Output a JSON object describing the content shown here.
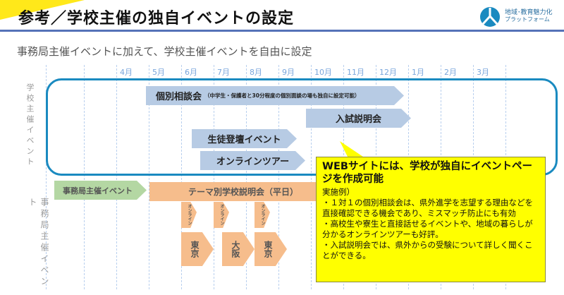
{
  "header": {
    "title": "参考／学校主催の独自イベントの設定",
    "logo_line1": "地域･教育魅力化",
    "logo_line2": "プラットフォーム",
    "accent": "#5572b8"
  },
  "subtitle": "事務局主催イベントに加えて、学校主催イベントを自由に設定",
  "months": [
    "4月",
    "5月",
    "6月",
    "7月",
    "8月",
    "9月",
    "10月",
    "11月",
    "12月",
    "1月",
    "2月",
    "3月"
  ],
  "school_section": {
    "label": "学校主催イベント",
    "events": [
      {
        "name": "個別相談会",
        "note": "（中学生・保護者と30分程度の個別面談の場も独自に設定可能）"
      },
      {
        "name": "入試説明会"
      },
      {
        "name": "生徒登壇イベント"
      },
      {
        "name": "オンラインツアー"
      }
    ]
  },
  "office_section": {
    "label": "事務局主催イベント",
    "events": {
      "main": "事務局主催イベント",
      "theme": "テーマ別学校説明会（平日）",
      "online": [
        "オンライン",
        "オンライン",
        "オンライン"
      ],
      "cities": [
        "東京",
        "大阪",
        "東京"
      ]
    }
  },
  "callout": {
    "heading": "WEBサイトには、学校が独自にイベントページを作成可能",
    "example_label": "実施例）",
    "items": [
      "・１対１の個別相談会は、県外進学を志望する理由などを直接確認できる機会であり、ミスマッチ防止にも有効",
      "・高校生や寮生と直接話せるイベントや、地域の暮らしが分かるオンラインツアーも好評。",
      "・入試説明会では、県外からの受験について詳しく聞くことができる。"
    ]
  }
}
